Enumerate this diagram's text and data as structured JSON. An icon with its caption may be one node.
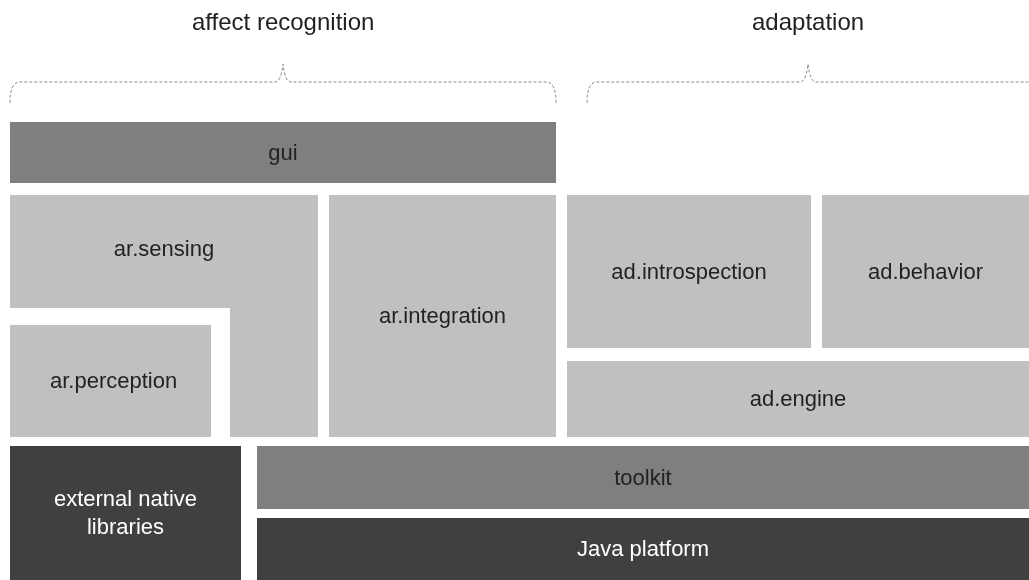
{
  "diagram": {
    "nodes": [
      {
        "text": [
          "gui"
        ]
      },
      {
        "text": [
          "ar.sensing"
        ]
      },
      {
        "text": [
          "ar.integration"
        ]
      },
      {
        "text": [
          "ad.introspection"
        ]
      },
      {
        "text": [
          "ad.behavior"
        ]
      },
      {
        "text": [
          "ar.perception"
        ]
      },
      {
        "text": [
          "ad.engine"
        ]
      },
      {
        "text": [
          "external native libraries"
        ]
      },
      {
        "text": [
          "toolkit"
        ]
      },
      {
        "text": [
          "Java platform"
        ]
      }
    ],
    "labels": [
      "affect recognition",
      "adaptation"
    ]
  }
}
